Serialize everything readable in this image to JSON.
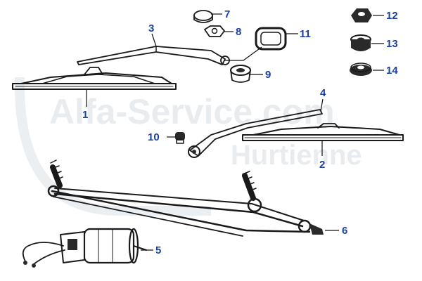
{
  "watermark": {
    "line1": "Alfa-Service.com",
    "line2": "Hurtienne"
  },
  "labels": {
    "p1": "1",
    "p2": "2",
    "p3": "3",
    "p4": "4",
    "p5": "5",
    "p6": "6",
    "p7": "7",
    "p8": "8",
    "p9": "9",
    "p10": "10",
    "p11": "11",
    "p12": "12",
    "p13": "13",
    "p14": "14"
  },
  "colors": {
    "label": "#1a3fa6",
    "ink": "#1a1a1a",
    "watermark": "#e9ecef"
  }
}
